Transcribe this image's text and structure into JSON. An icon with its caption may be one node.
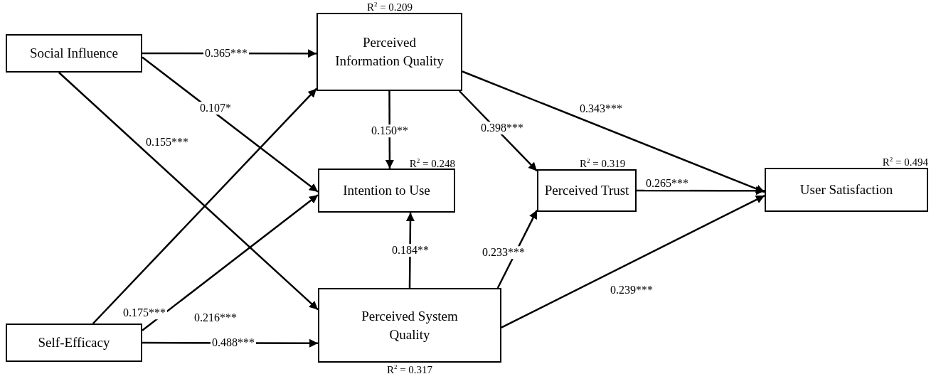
{
  "diagram": {
    "nodes": [
      {
        "text": [
          "Social Influence"
        ]
      },
      {
        "text": [
          "Perceived Information Quality"
        ],
        "beside": [
          "R$^{2}$ = 0.209"
        ]
      },
      {
        "text": [
          "Intention to Use"
        ],
        "beside": [
          "R$^{2}$ = 0.248"
        ]
      },
      {
        "text": [
          "Perceived Trust"
        ],
        "beside": [
          "R$^{2}$ = 0.319"
        ]
      },
      {
        "text": [
          "User Satisfaction"
        ],
        "beside": [
          "R$^{2}$ = 0.494"
        ]
      },
      {
        "text": [
          "Self-Efficacy"
        ]
      },
      {
        "text": [
          "Perceived System Quality"
        ],
        "beside": [
          "R$^{2}$ = 0.317"
        ]
      }
    ],
    "edges": [
      {
        "from": 0,
        "to": 1,
        "arrow": "to",
        "label": "0.365***"
      },
      {
        "from": 0,
        "to": 2,
        "arrow": "to",
        "label": "0.107*"
      },
      {
        "from": 0,
        "to": 6,
        "arrow": "to",
        "label": "0.155***"
      },
      {
        "from": 5,
        "to": 1,
        "arrow": "to",
        "label": "0.175***"
      },
      {
        "from": 5,
        "to": 2,
        "arrow": "to",
        "label": "0.216***"
      },
      {
        "from": 5,
        "to": 6,
        "arrow": "to",
        "label": "0.488***"
      },
      {
        "from": 1,
        "to": 2,
        "arrow": "to",
        "label": "0.150**"
      },
      {
        "from": 6,
        "to": 2,
        "arrow": "to",
        "label": "0.184**"
      },
      {
        "from": 1,
        "to": 3,
        "arrow": "to",
        "label": "0.398***"
      },
      {
        "from": 6,
        "to": 3,
        "arrow": "to",
        "label": "0.233***"
      },
      {
        "from": 1,
        "to": 4,
        "arrow": "to",
        "label": "0.343***"
      },
      {
        "from": 3,
        "to": 4,
        "arrow": "to",
        "label": "0.265***"
      },
      {
        "from": 6,
        "to": 4,
        "arrow": "to",
        "label": "0.239***"
      }
    ]
  }
}
